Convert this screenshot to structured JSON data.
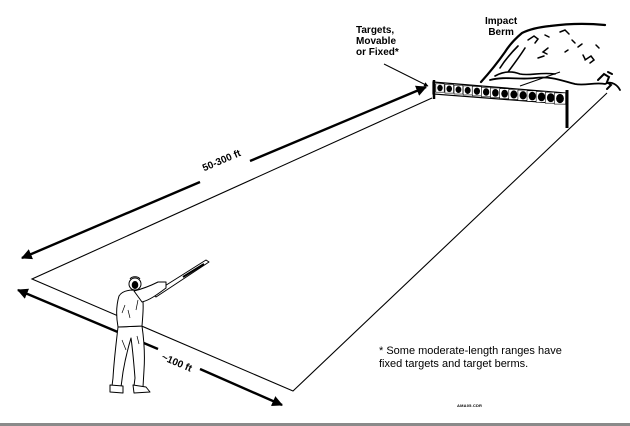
{
  "diagram": {
    "title": "Shooting range layout",
    "labels": {
      "targets": [
        "Targets,",
        "Movable",
        "or Fixed*"
      ],
      "berm": [
        "Impact",
        "Berm"
      ],
      "length": "50-300 ft",
      "width": "~100 ft"
    },
    "footnote": [
      "* Some moderate-length ranges have",
      "fixed targets and target berms."
    ],
    "file_tag": "AMA05.CDR",
    "target_count": 14,
    "colors": {
      "ink": "#000000",
      "background": "#ffffff",
      "footer_bar": "#8a8a8a"
    }
  }
}
